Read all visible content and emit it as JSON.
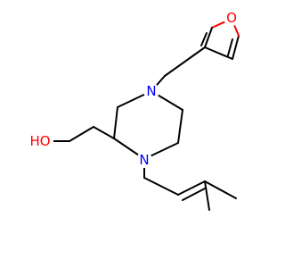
{
  "molecule": {
    "colors": {
      "bond": "#000000",
      "carbon": "#000000",
      "nitrogen": "#0000ff",
      "oxygen": "#ff0000",
      "background": "#ffffff"
    },
    "atoms": [
      {
        "id": "O_furan",
        "label": "O",
        "element": "O"
      },
      {
        "id": "N4",
        "label": "N",
        "element": "N"
      },
      {
        "id": "N1",
        "label": "N",
        "element": "N"
      },
      {
        "id": "O_hydroxyl",
        "label": "HO",
        "element": "O"
      }
    ]
  }
}
